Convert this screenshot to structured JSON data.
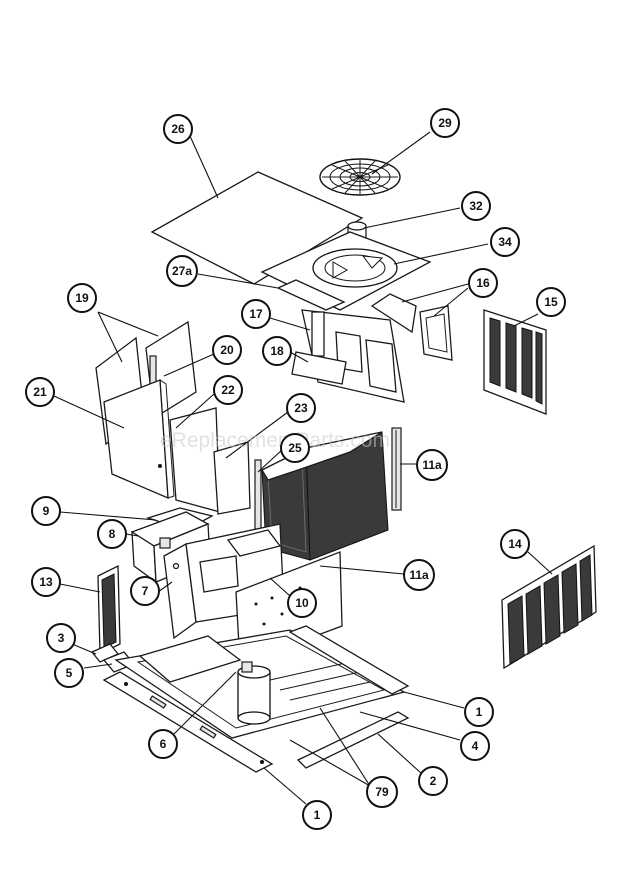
{
  "watermark": "eReplacementParts.com",
  "callouts": [
    {
      "id": "c26",
      "label": "26"
    },
    {
      "id": "c29",
      "label": "29"
    },
    {
      "id": "c32",
      "label": "32"
    },
    {
      "id": "c34",
      "label": "34"
    },
    {
      "id": "c27a",
      "label": "27a"
    },
    {
      "id": "c16",
      "label": "16"
    },
    {
      "id": "c15",
      "label": "15"
    },
    {
      "id": "c19",
      "label": "19"
    },
    {
      "id": "c17",
      "label": "17"
    },
    {
      "id": "c18",
      "label": "18"
    },
    {
      "id": "c20",
      "label": "20"
    },
    {
      "id": "c21",
      "label": "21"
    },
    {
      "id": "c22",
      "label": "22"
    },
    {
      "id": "c23",
      "label": "23"
    },
    {
      "id": "c25",
      "label": "25"
    },
    {
      "id": "c11a_top",
      "label": "11a"
    },
    {
      "id": "c9",
      "label": "9"
    },
    {
      "id": "c8",
      "label": "8"
    },
    {
      "id": "c14",
      "label": "14"
    },
    {
      "id": "c13",
      "label": "13"
    },
    {
      "id": "c7",
      "label": "7"
    },
    {
      "id": "c11a_bottom",
      "label": "11a"
    },
    {
      "id": "c10",
      "label": "10"
    },
    {
      "id": "c3",
      "label": "3"
    },
    {
      "id": "c5",
      "label": "5"
    },
    {
      "id": "c1_right",
      "label": "1"
    },
    {
      "id": "c6",
      "label": "6"
    },
    {
      "id": "c4",
      "label": "4"
    },
    {
      "id": "c79",
      "label": "79"
    },
    {
      "id": "c2",
      "label": "2"
    },
    {
      "id": "c1_bottom",
      "label": "1"
    }
  ]
}
